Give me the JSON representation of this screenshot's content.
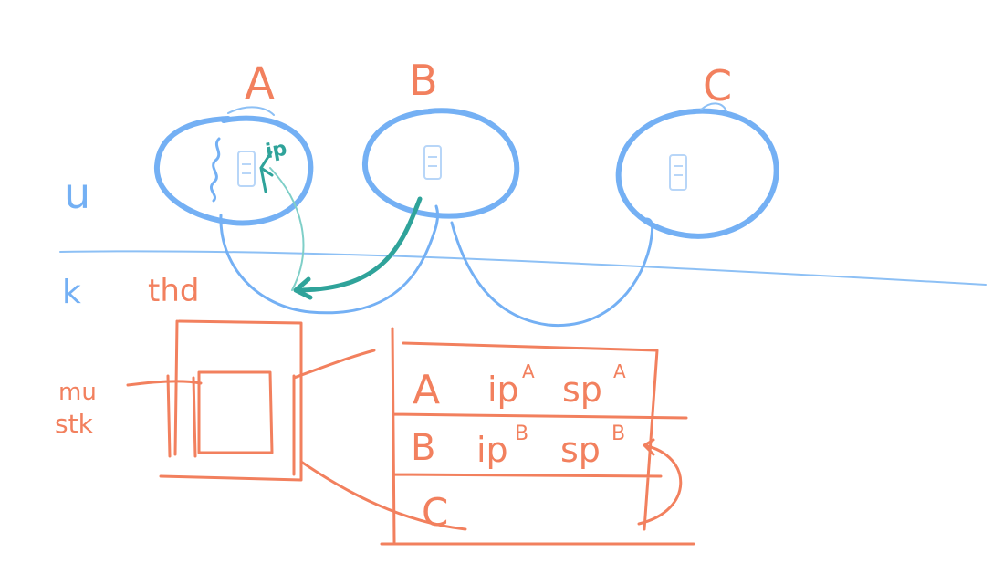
{
  "processes": [
    {
      "label": "A"
    },
    {
      "label": "B"
    },
    {
      "label": "C"
    }
  ],
  "modes": {
    "user": "u",
    "kernel": "k"
  },
  "thread_label": "thd",
  "teal_label": "ip",
  "memory_label_line1": "mu",
  "memory_label_line2": "stk",
  "table": {
    "rows": [
      {
        "name": "A",
        "ip": "ip",
        "ip_sup": "A",
        "sp": "sp",
        "sp_sup": "A"
      },
      {
        "name": "B",
        "ip": "ip",
        "ip_sup": "B",
        "sp": "sp",
        "sp_sup": "B"
      },
      {
        "name": "C",
        "ip": "",
        "ip_sup": "",
        "sp": "",
        "sp_sup": ""
      }
    ]
  },
  "colors": {
    "blue": "#74b0f4",
    "orange": "#f2805e",
    "teal": "#2fa39a"
  }
}
